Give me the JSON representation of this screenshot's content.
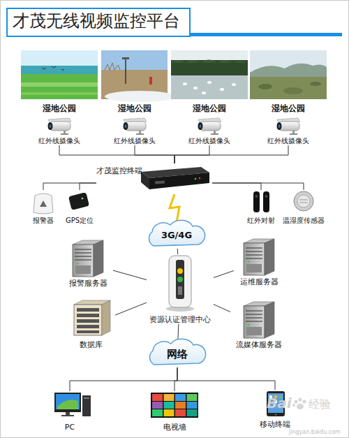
{
  "diagram": {
    "title": "才茂无线视频监控平台",
    "nodes": [
      {
        "text": [
          "湿地公园"
        ]
      },
      {
        "text": [
          "湿地公园"
        ]
      },
      {
        "text": [
          "湿地公园"
        ]
      },
      {
        "text": [
          "湿地公园"
        ]
      },
      {
        "text": [
          "红外线摄像头"
        ]
      },
      {
        "text": [
          "红外线摄像头"
        ]
      },
      {
        "text": [
          "红外线摄像头"
        ]
      },
      {
        "text": [
          "红外线摄像头"
        ]
      },
      {
        "text": [
          "才茂监控终端"
        ]
      },
      {
        "text": [
          "报警器"
        ]
      },
      {
        "text": [
          "GPS定位"
        ]
      },
      {
        "text": [
          "红外对射"
        ]
      },
      {
        "text": [
          "温湿度传感器"
        ]
      },
      {
        "text": [
          "3G/4G"
        ]
      },
      {
        "text": [
          "报警服务器"
        ]
      },
      {
        "text": [
          "运维服务器"
        ]
      },
      {
        "text": [
          "资源认证管理中心"
        ]
      },
      {
        "text": [
          "数据库"
        ]
      },
      {
        "text": [
          "流媒体服务器"
        ]
      },
      {
        "text": [
          "网络"
        ]
      },
      {
        "text": [
          "PC"
        ]
      },
      {
        "text": [
          "电视墙"
        ]
      },
      {
        "text": [
          "移动终端"
        ]
      }
    ],
    "edges": [
      {
        "from": 4,
        "to": 8,
        "arrow": "none"
      },
      {
        "from": 5,
        "to": 8,
        "arrow": "none"
      },
      {
        "from": 6,
        "to": 8,
        "arrow": "none"
      },
      {
        "from": 7,
        "to": 8,
        "arrow": "none"
      },
      {
        "from": 8,
        "to": 9,
        "arrow": "none"
      },
      {
        "from": 8,
        "to": 10,
        "arrow": "none"
      },
      {
        "from": 8,
        "to": 11,
        "arrow": "none"
      },
      {
        "from": 8,
        "to": 12,
        "arrow": "none"
      },
      {
        "from": 8,
        "to": 13,
        "arrow": "none"
      },
      {
        "from": 13,
        "to": 16,
        "arrow": "none"
      },
      {
        "from": 16,
        "to": 14,
        "arrow": "none"
      },
      {
        "from": 16,
        "to": 15,
        "arrow": "none"
      },
      {
        "from": 16,
        "to": 17,
        "arrow": "none"
      },
      {
        "from": 16,
        "to": 18,
        "arrow": "none"
      },
      {
        "from": 16,
        "to": 19,
        "arrow": "none"
      },
      {
        "from": 19,
        "to": 20,
        "arrow": "none"
      },
      {
        "from": 19,
        "to": 21,
        "arrow": "none"
      },
      {
        "from": 19,
        "to": 22,
        "arrow": "none"
      }
    ],
    "labels": [
      "Bai",
      "经验",
      "jingyan.baidu.com"
    ]
  }
}
